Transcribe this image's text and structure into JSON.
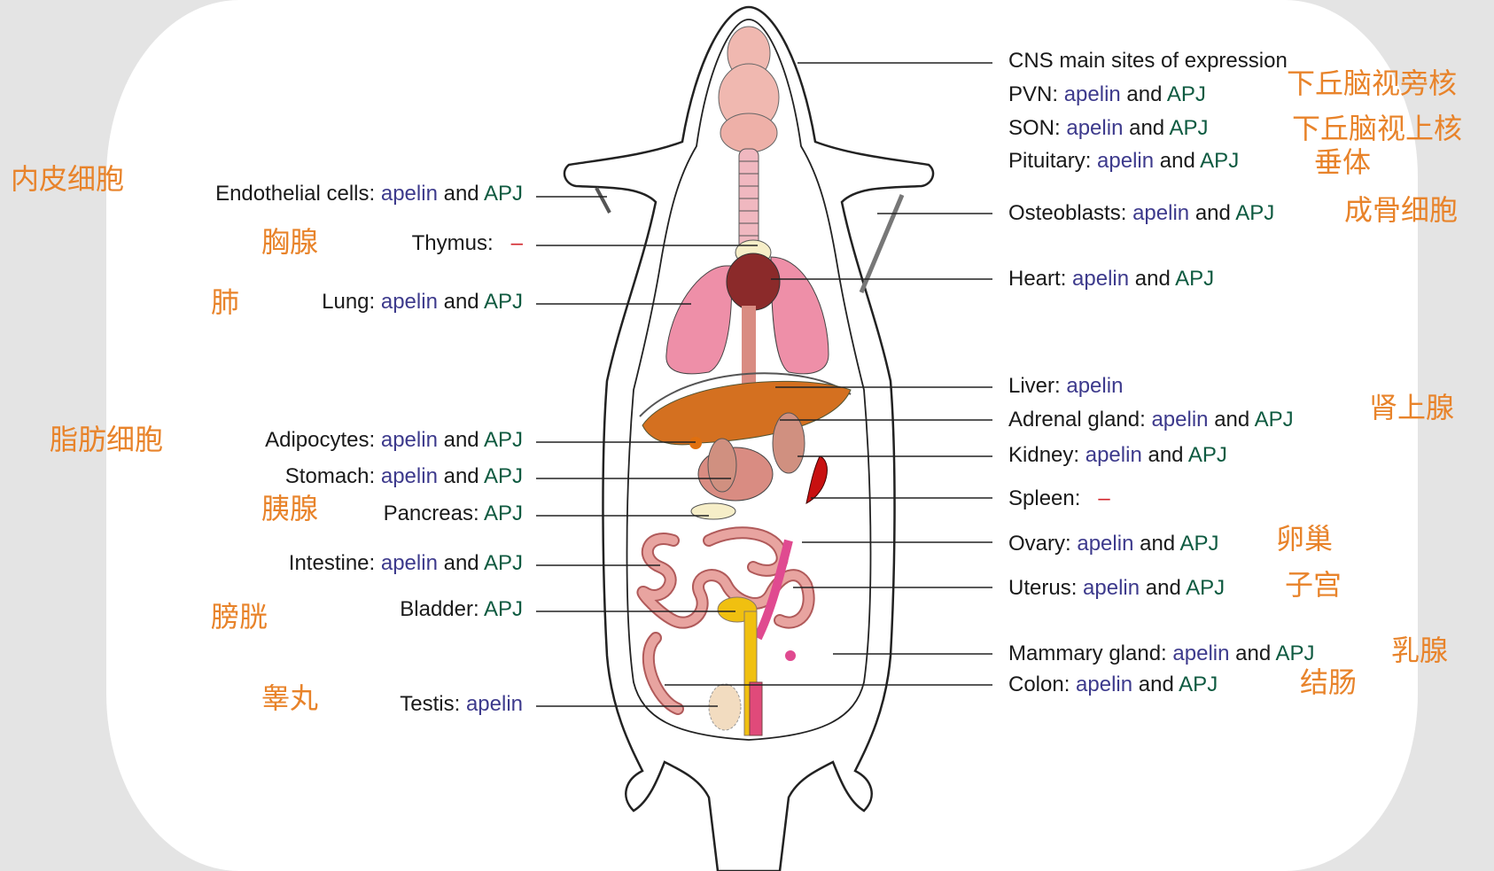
{
  "colors": {
    "apelin": "#3d3a8c",
    "apj": "#0e5a40",
    "minus": "#d2242a",
    "chinese": "#e8832a"
  },
  "left_labels": [
    {
      "name": "Endothelial cells:",
      "apelin": "apelin",
      "and": "and",
      "apj": "APJ",
      "cn": "内皮细胞"
    },
    {
      "name": "Thymus:",
      "minus": "–",
      "cn": "胸腺"
    },
    {
      "name": "Lung:",
      "apelin": "apelin",
      "and": "and",
      "apj": "APJ",
      "cn": "肺"
    },
    {
      "name": "Adipocytes:",
      "apelin": "apelin",
      "and": "and",
      "apj": "APJ",
      "cn": "脂肪细胞"
    },
    {
      "name": "Stomach:",
      "apelin": "apelin",
      "and": "and",
      "apj": "APJ"
    },
    {
      "name": "Pancreas:",
      "apj": "APJ",
      "cn": "胰腺"
    },
    {
      "name": "Intestine:",
      "apelin": "apelin",
      "and": "and",
      "apj": "APJ"
    },
    {
      "name": "Bladder:",
      "apj": "APJ",
      "cn": "膀胱"
    },
    {
      "name": "Testis:",
      "apelin": "apelin",
      "cn": "睾丸"
    }
  ],
  "right_labels": [
    {
      "name": "CNS main sites of expression"
    },
    {
      "name": "PVN:",
      "apelin": "apelin",
      "and": "and",
      "apj": "APJ",
      "cn": "下丘脑视旁核"
    },
    {
      "name": "SON:",
      "apelin": "apelin",
      "and": "and",
      "apj": "APJ",
      "cn": "下丘脑视上核"
    },
    {
      "name": "Pituitary:",
      "apelin": "apelin",
      "and": "and",
      "apj": "APJ",
      "cn": "垂体"
    },
    {
      "name": "Osteoblasts:",
      "apelin": "apelin",
      "and": "and",
      "apj": "APJ",
      "cn": "成骨细胞"
    },
    {
      "name": "Heart:",
      "apelin": "apelin",
      "and": "and",
      "apj": "APJ"
    },
    {
      "name": "Liver:",
      "apelin": "apelin"
    },
    {
      "name": "Adrenal gland:",
      "apelin": "apelin",
      "and": "and",
      "apj": "APJ",
      "cn": "肾上腺"
    },
    {
      "name": "Kidney:",
      "apelin": "apelin",
      "and": "and",
      "apj": "APJ"
    },
    {
      "name": "Spleen:",
      "minus": "–"
    },
    {
      "name": "Ovary:",
      "apelin": "apelin",
      "and": "and",
      "apj": "APJ",
      "cn": "卵巢"
    },
    {
      "name": "Uterus:",
      "apelin": "apelin",
      "and": "and",
      "apj": "APJ",
      "cn": "子宫"
    },
    {
      "name": "Mammary gland:",
      "apelin": "apelin",
      "and": "and",
      "apj": "APJ",
      "cn": "乳腺"
    },
    {
      "name": "Colon:",
      "apelin": "apelin",
      "and": "and",
      "apj": "APJ",
      "cn": "结肠"
    }
  ]
}
